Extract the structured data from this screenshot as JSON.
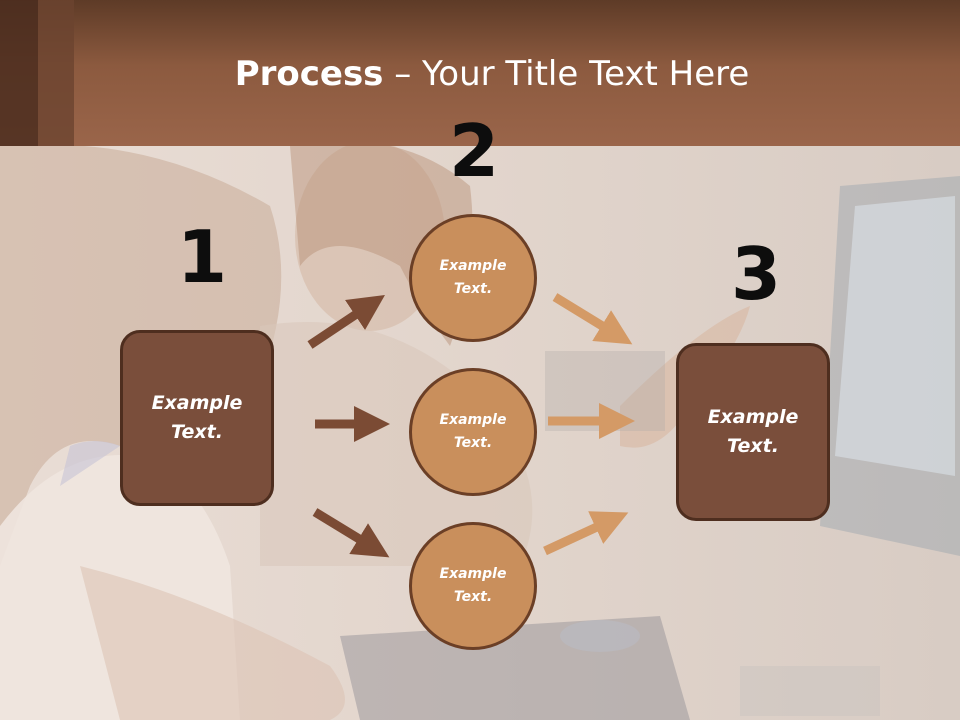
{
  "title": {
    "bold": "Process",
    "rest": " – Your Title Text Here"
  },
  "steps": [
    {
      "number": "1",
      "label": "Example\nText."
    },
    {
      "number": "2",
      "labels": [
        "Example\nText.",
        "Example\nText.",
        "Example\nText."
      ]
    },
    {
      "number": "3",
      "label": "Example\nText."
    }
  ],
  "colors": {
    "header": "#8c5a3f",
    "box_fill": "#7a4e3b",
    "circle_fill": "#c98f5c",
    "arrow_dark": "#7b4b34",
    "arrow_light": "#d49a66"
  }
}
